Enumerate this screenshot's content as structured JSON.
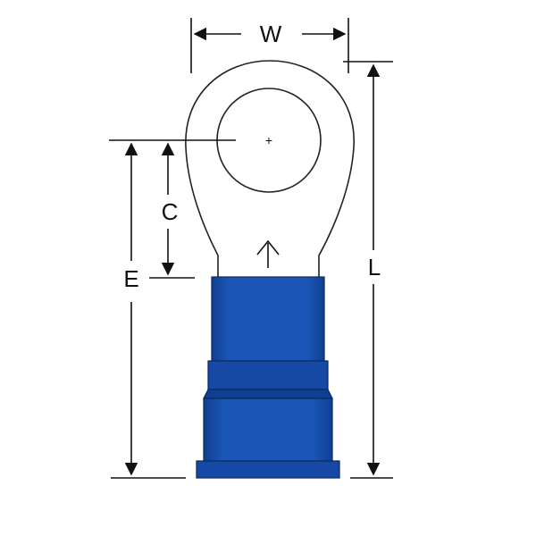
{
  "diagram": {
    "labels": {
      "width": "W",
      "length": "L",
      "center": "C",
      "extent": "E"
    },
    "center_mark": "+",
    "colors": {
      "sleeve": "#1b55b5",
      "sleeve_dark": "#0f3f91",
      "sleeve_band": "#1648a6",
      "outline": "#222222",
      "dimension_lines": "#111111"
    }
  }
}
